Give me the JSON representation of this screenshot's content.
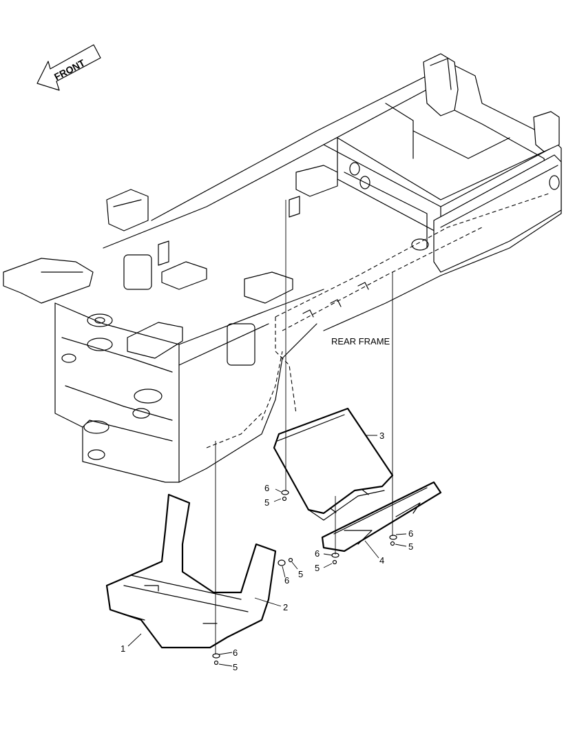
{
  "labels": {
    "front": "FRONT",
    "rear_frame": "REAR FRAME"
  },
  "callouts": {
    "part1": "1",
    "part2": "2",
    "part3": "3",
    "part4": "4",
    "a6": "6",
    "a5": "5",
    "b6": "6",
    "b5": "5",
    "c6": "6",
    "c5": "5",
    "d6": "6",
    "d5": "5",
    "e6": "6",
    "e5": "5"
  }
}
